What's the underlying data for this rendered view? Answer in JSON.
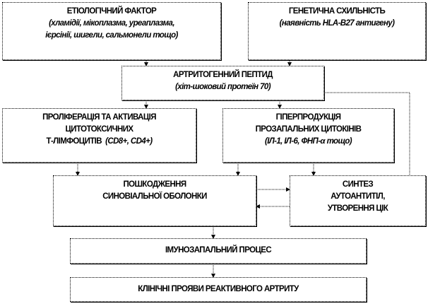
{
  "boxes": {
    "etiology": {
      "title": "ЕТІОЛОГІЧНИЙ ФАКТОР",
      "sub1": "(хламідії, мікоплазма, уреаплазма,",
      "sub2": "ієрсінії, шигели, сальмонели тощо)"
    },
    "genetic": {
      "title": "ГЕНЕТИЧНА СХИЛЬНІСТЬ",
      "sub1": "(наявність HLA-B27 антигену)"
    },
    "peptide": {
      "title": "АРТРИТОГЕННИЙ ПЕПТИД",
      "sub1": "(хіт-шоковий протеїн 70)"
    },
    "proliferation": {
      "line1": "ПРОЛІФЕРАЦІЯ ТА АКТИВАЦІЯ",
      "line2": "ЦИТОТОКСИЧНИХ",
      "line3": "Т-ЛІМФОЦИТІВ",
      "sub1": "(CD8+, CD4+)"
    },
    "cytokines": {
      "line1": "ГІПЕРПРОДУКЦІЯ",
      "line2": "ПРОЗАПАЛЬНИХ ЦИТОКІНІВ",
      "sub1": "(ІЛ-1, ІЛ-6, ФНП-α тощо)"
    },
    "damage": {
      "line1": "ПОШКОДЖЕННЯ",
      "line2": "СИНОВІАЛЬНОЇ ОБОЛОНКИ"
    },
    "synthesis": {
      "line1": "СИНТЕЗ",
      "line2": "АУТОАНТИТІЛ,",
      "line3": "УТВОРЕННЯ ЦІК"
    },
    "immune": {
      "title": "ІМУНОЗАПАЛЬНИЙ ПРОЦЕС"
    },
    "clinical": {
      "title": "КЛІНІЧНІ ПРОЯВИ РЕАКТИВНОГО АРТРИТУ"
    }
  }
}
